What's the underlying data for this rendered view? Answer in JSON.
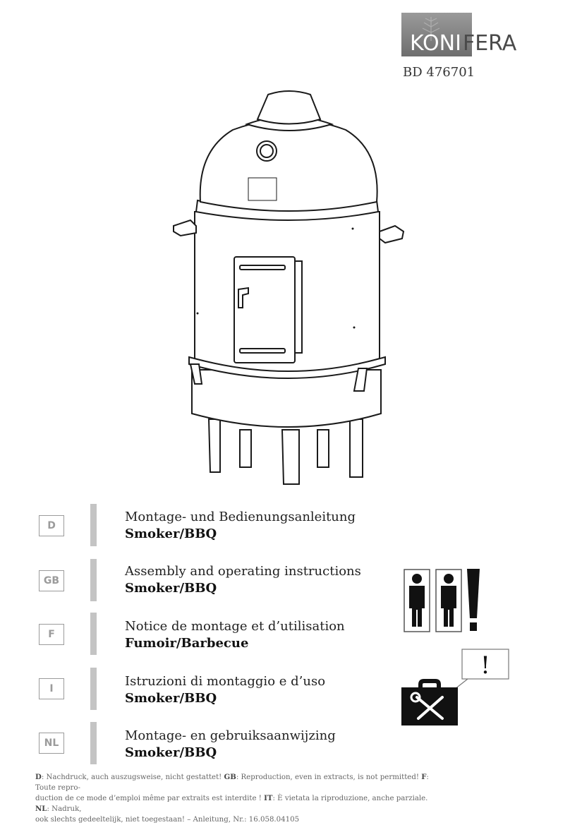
{
  "brand": {
    "logo_part_1": "KONI",
    "logo_part_2": "FERA"
  },
  "model_number": "BD 476701",
  "languages": [
    {
      "code": "D",
      "title": "Montage- und Bedienungsanleitung",
      "subtitle": "Smoker/BBQ"
    },
    {
      "code": "GB",
      "title": "Assembly and operating instructions",
      "subtitle": "Smoker/BBQ"
    },
    {
      "code": "F",
      "title": "Notice de montage et d’utilisation",
      "subtitle": "Fumoir/Barbecue"
    },
    {
      "code": "I",
      "title": "Istruzioni di montaggio e d’uso",
      "subtitle": "Smoker/BBQ"
    },
    {
      "code": "NL",
      "title": "Montage- en gebruiksaanwijzing",
      "subtitle": "Smoker/BBQ"
    }
  ],
  "icons": {
    "persons": "two-persons-required-icon",
    "toolbox": "toolbox-tools-icon",
    "exclamation_1": "!",
    "exclamation_2": "!"
  },
  "footer": {
    "d_label": "D",
    "d_text": ": Nachdruck, auch auszugsweise, nicht gestattet! ",
    "gb_label": "GB",
    "gb_text": ": Reproduction, even in extracts, is not permitted! ",
    "f_label": "F",
    "f_text_1": ": Toute repro-",
    "f_text_2": "duction de ce mode d’emploi même par extraits est interdite ! ",
    "it_label": "IT",
    "it_text": ": È vietata la riproduzione, anche parziale. ",
    "nl_label": "NL",
    "nl_text_1": ": Nadruk,",
    "nl_text_2": "ook slechts gedeeltelijk, niet toegestaan! – Anleitung, Nr.: 16.058.04105"
  }
}
